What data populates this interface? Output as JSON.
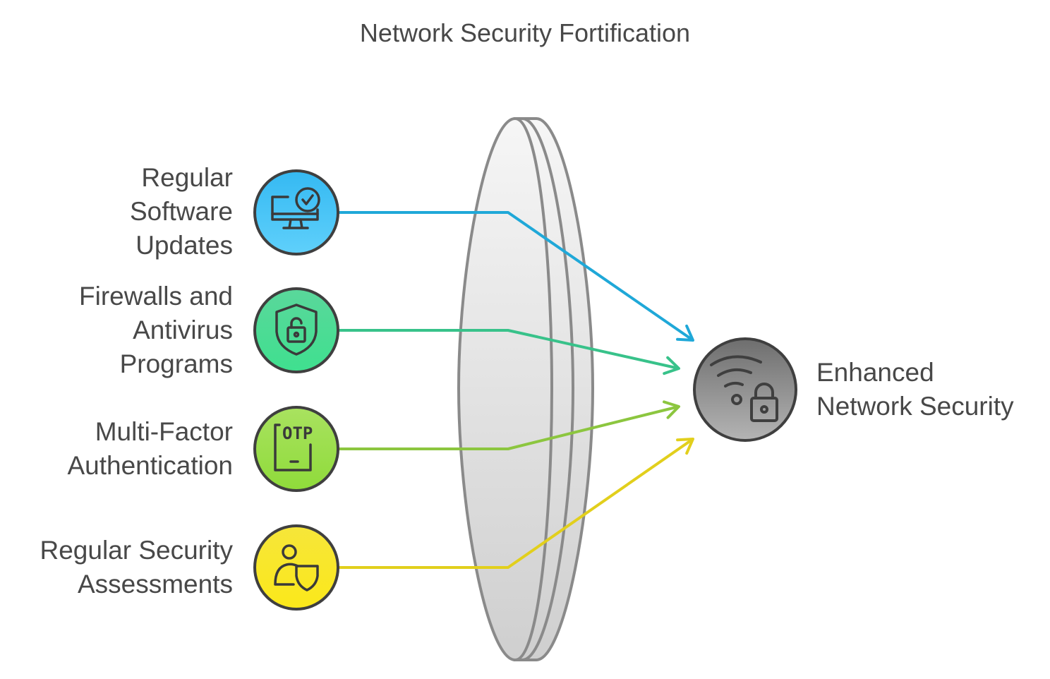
{
  "title": "Network Security Fortification",
  "inputs": [
    {
      "lines": [
        "Regular",
        "Software",
        "Updates"
      ],
      "icon": "monitor-check-icon",
      "color": "#39c2f6",
      "arrow_color": "#1fa8d8"
    },
    {
      "lines": [
        "Firewalls and",
        "Antivirus",
        "Programs"
      ],
      "icon": "shield-lock-icon",
      "color": "#4fdc95",
      "arrow_color": "#38c28a"
    },
    {
      "lines": [
        "Multi-Factor",
        "Authentication"
      ],
      "icon": "otp-phone-icon",
      "color": "#9be04a",
      "arrow_color": "#8cc63f"
    },
    {
      "lines": [
        "Regular Security",
        "Assessments"
      ],
      "icon": "user-shield-icon",
      "color": "#f9e62a",
      "arrow_color": "#e2cf1c"
    }
  ],
  "output": {
    "lines": [
      "Enhanced",
      "Network Security"
    ],
    "icon": "wifi-lock-icon",
    "color": "#8a8a8a"
  },
  "filter": {
    "name": "lens",
    "color": "#e2e2e2",
    "stroke": "#8a8a8a"
  }
}
